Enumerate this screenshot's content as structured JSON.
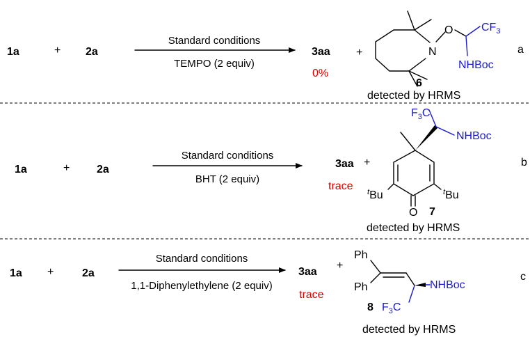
{
  "rows": [
    {
      "reactant1": "1a",
      "plus1": "+",
      "reactant2": "2a",
      "condition_top": "Standard conditions",
      "condition_bottom": "TEMPO (2 equiv)",
      "product": "3aa",
      "yield": "0%",
      "plus2": "+",
      "adduct_number": "6",
      "detected": "detected by HRMS",
      "tag": "a"
    },
    {
      "reactant1": "1a",
      "plus1": "+",
      "reactant2": "2a",
      "condition_top": "Standard conditions",
      "condition_bottom": "BHT (2 equiv)",
      "product": "3aa",
      "yield": "trace",
      "plus2": "+",
      "adduct_number": "7",
      "detected": "detected by HRMS",
      "tag": "b"
    },
    {
      "reactant1": "1a",
      "plus1": "+",
      "reactant2": "2a",
      "condition_top": "Standard conditions",
      "condition_bottom": "1,1-Diphenylethylene (2 equiv)",
      "product": "3aa",
      "yield": "trace",
      "plus2": "+",
      "adduct_number": "8",
      "detected": "detected by HRMS",
      "tag": "c"
    }
  ],
  "atoms": {
    "nitrogen": "N",
    "oxygen": "O",
    "nhboc": "NHBoc",
    "cf3_c": "CF",
    "cf3_sub": "3",
    "f3c_f": "F",
    "f3c_sub": "3",
    "f3c_c": "C",
    "tbu_sup": "t",
    "tbu_bu": "Bu",
    "phenyl": "Ph"
  },
  "colors": {
    "text": "#000000",
    "blue": "#1a1acc",
    "red": "#e00000"
  }
}
